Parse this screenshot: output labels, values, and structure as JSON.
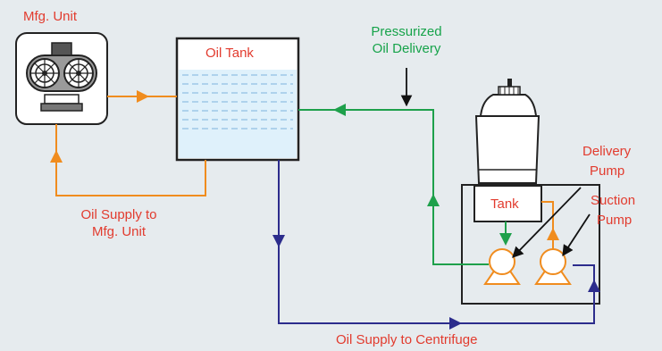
{
  "labels": {
    "mfg_unit": "Mfg. Unit",
    "oil_tank": "Oil Tank",
    "pressurized_line1": "Pressurized",
    "pressurized_line2": "Oil Delivery",
    "tank": "Tank",
    "delivery_line1": "Delivery",
    "delivery_line2": "Pump",
    "suction_line1": "Suction",
    "suction_line2": "Pump",
    "supply_mfg_line1": "Oil Supply to",
    "supply_mfg_line2": "Mfg. Unit",
    "supply_centrifuge": "Oil Supply to Centrifuge"
  },
  "colors": {
    "background": "#e6ebee",
    "label_red": "#e23b2e",
    "label_green": "#16a34a",
    "orange_line": "#f08c1e",
    "green_line": "#1ea04b",
    "blue_line": "#2c2c8c",
    "tank_water": "#dff1fb"
  }
}
